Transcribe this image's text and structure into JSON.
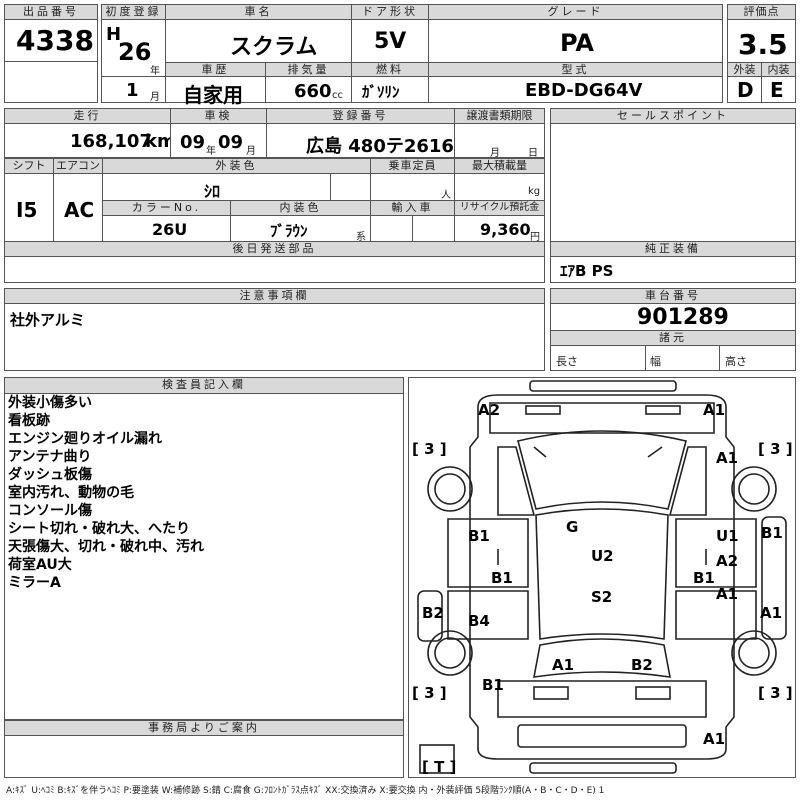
{
  "lot": {
    "label": "出品番号",
    "value": "4338"
  },
  "first_reg": {
    "label": "初度登録",
    "era": "H",
    "year": "26",
    "year_unit": "年",
    "month": "1",
    "month_unit": "月"
  },
  "car_name": {
    "label": "車名",
    "value": "スクラム"
  },
  "door": {
    "label": "ドア形状",
    "value": "5V"
  },
  "grade": {
    "label": "グレード",
    "value": "PA"
  },
  "score": {
    "label": "評価点",
    "value": "3.5"
  },
  "history": {
    "label": "車歴",
    "value": "自家用"
  },
  "displacement": {
    "label": "排気量",
    "value": "660",
    "unit": "cc"
  },
  "fuel": {
    "label": "燃料",
    "value": "ｶﾞｿﾘﾝ"
  },
  "model": {
    "label": "型式",
    "value": "EBD-DG64V"
  },
  "exterior_grade": {
    "label": "外装",
    "value": "D"
  },
  "interior_grade": {
    "label": "内装",
    "value": "E"
  },
  "mileage": {
    "label": "走行",
    "value": "168,107",
    "unit": "km"
  },
  "inspection": {
    "label": "車検",
    "year": "09",
    "year_unit": "年",
    "month": "09",
    "month_unit": "月"
  },
  "plate": {
    "label": "登録番号",
    "value": "広島 480テ2616"
  },
  "transfer_doc": {
    "label": "譲渡書類期限",
    "month_unit": "月",
    "day_unit": "日"
  },
  "sales_point": {
    "label": "セールスポイント"
  },
  "shift": {
    "label": "シフト",
    "value": "I5"
  },
  "aircon": {
    "label": "エアコン",
    "value": "AC"
  },
  "ext_color": {
    "label": "外装色",
    "value": "ｼﾛ"
  },
  "capacity": {
    "label": "乗車定員",
    "unit": "人"
  },
  "max_load": {
    "label": "最大積載量",
    "unit": "kg"
  },
  "color_no": {
    "label": "カラーNo.",
    "value": "26U"
  },
  "int_color": {
    "label": "内装色",
    "value": "ﾌﾞﾗｳﾝ",
    "unit": "系"
  },
  "import_car": {
    "label": "輸入車"
  },
  "recycle": {
    "label": "リサイクル預託金",
    "value": "9,360",
    "unit": "円"
  },
  "later_parts": {
    "label": "後日発送部品"
  },
  "equipment": {
    "label": "純正装備",
    "value": "ｴｱB PS"
  },
  "notes": {
    "label": "注意事項欄",
    "value": "社外アルミ"
  },
  "chassis": {
    "label": "車台番号",
    "value": "901289"
  },
  "specs": {
    "label": "諸元",
    "length": "長さ",
    "width": "幅",
    "height": "高さ"
  },
  "inspector": {
    "label": "検査員記入欄",
    "lines": [
      "外装小傷多い",
      "看板跡",
      "エンジン廻りオイル漏れ",
      "アンテナ曲り",
      "ダッシュ板傷",
      "室内汚れ、動物の毛",
      "コンソール傷",
      "シート切れ・破れ大、へたり",
      "天張傷大、切れ・破れ中、汚れ",
      "荷室AU大",
      "ミラーA"
    ]
  },
  "office": {
    "label": "事務局よりご案内"
  },
  "damage_marks": [
    "A2",
    "A1",
    "A1",
    "B1",
    "U1",
    "B1",
    "A2",
    "B1",
    "B1",
    "A1",
    "B2",
    "A1",
    "B4",
    "G",
    "U2",
    "S2",
    "A1",
    "B2",
    "B1",
    "A1"
  ],
  "tire_marks": [
    "[ 3 ]",
    "[ 3 ]",
    "[ 3 ]",
    "[ 3 ]",
    "[ T ]"
  ],
  "legend": "A:ｷｽﾞ U:ﾍｺﾐ B:ｷｽﾞを伴うﾍｺﾐ P:要塗装 W:補修跡 S:錆 C:腐食 G:ﾌﾛﾝﾄｶﾞﾗｽ点ｷｽﾞ XX:交換済み X:要交換 内・外装評価 5段階ﾗﾝｸ順(A・B・C・D・E) 1"
}
